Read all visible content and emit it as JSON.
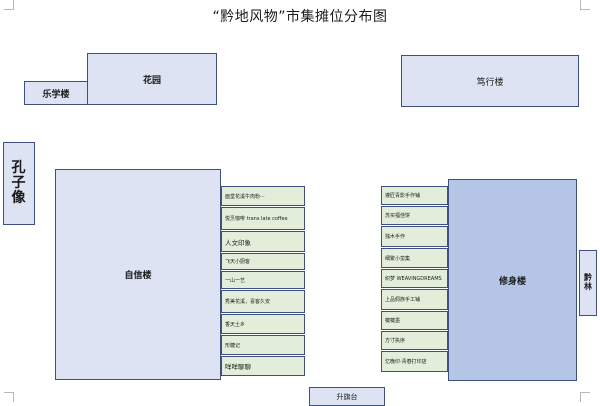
{
  "title": "“黔地风物”市集摊位分布图",
  "buildings": {
    "lexue": "乐学楼",
    "huayuan": "花园",
    "duxing": "笃行楼",
    "kongzi": "孔子像",
    "zixin": "自信楼",
    "xiushen": "修身楼",
    "qianyuan": "黔林",
    "shengqi": "升旗台"
  },
  "left_stalls": [
    "面堂花溪牛肉粉···",
    "悦烹咖啡 trans late coffee",
    "人文印象",
    "飞天小厨客",
    "一山一艺",
    "秀美花溪，喜客久安",
    "香天土乡",
    "形糖记",
    "咩咩聊聊"
  ],
  "right_stalls": [
    "遵匠青影手作铺",
    "苏买福佳饼",
    "独木手作",
    "细繁小蛮集",
    "织梦 WEAVINGDREAMS",
    "上品侗族手工铺",
    "犍犍墨",
    "方寸执序",
    "忆晚印·青春打印店"
  ]
}
